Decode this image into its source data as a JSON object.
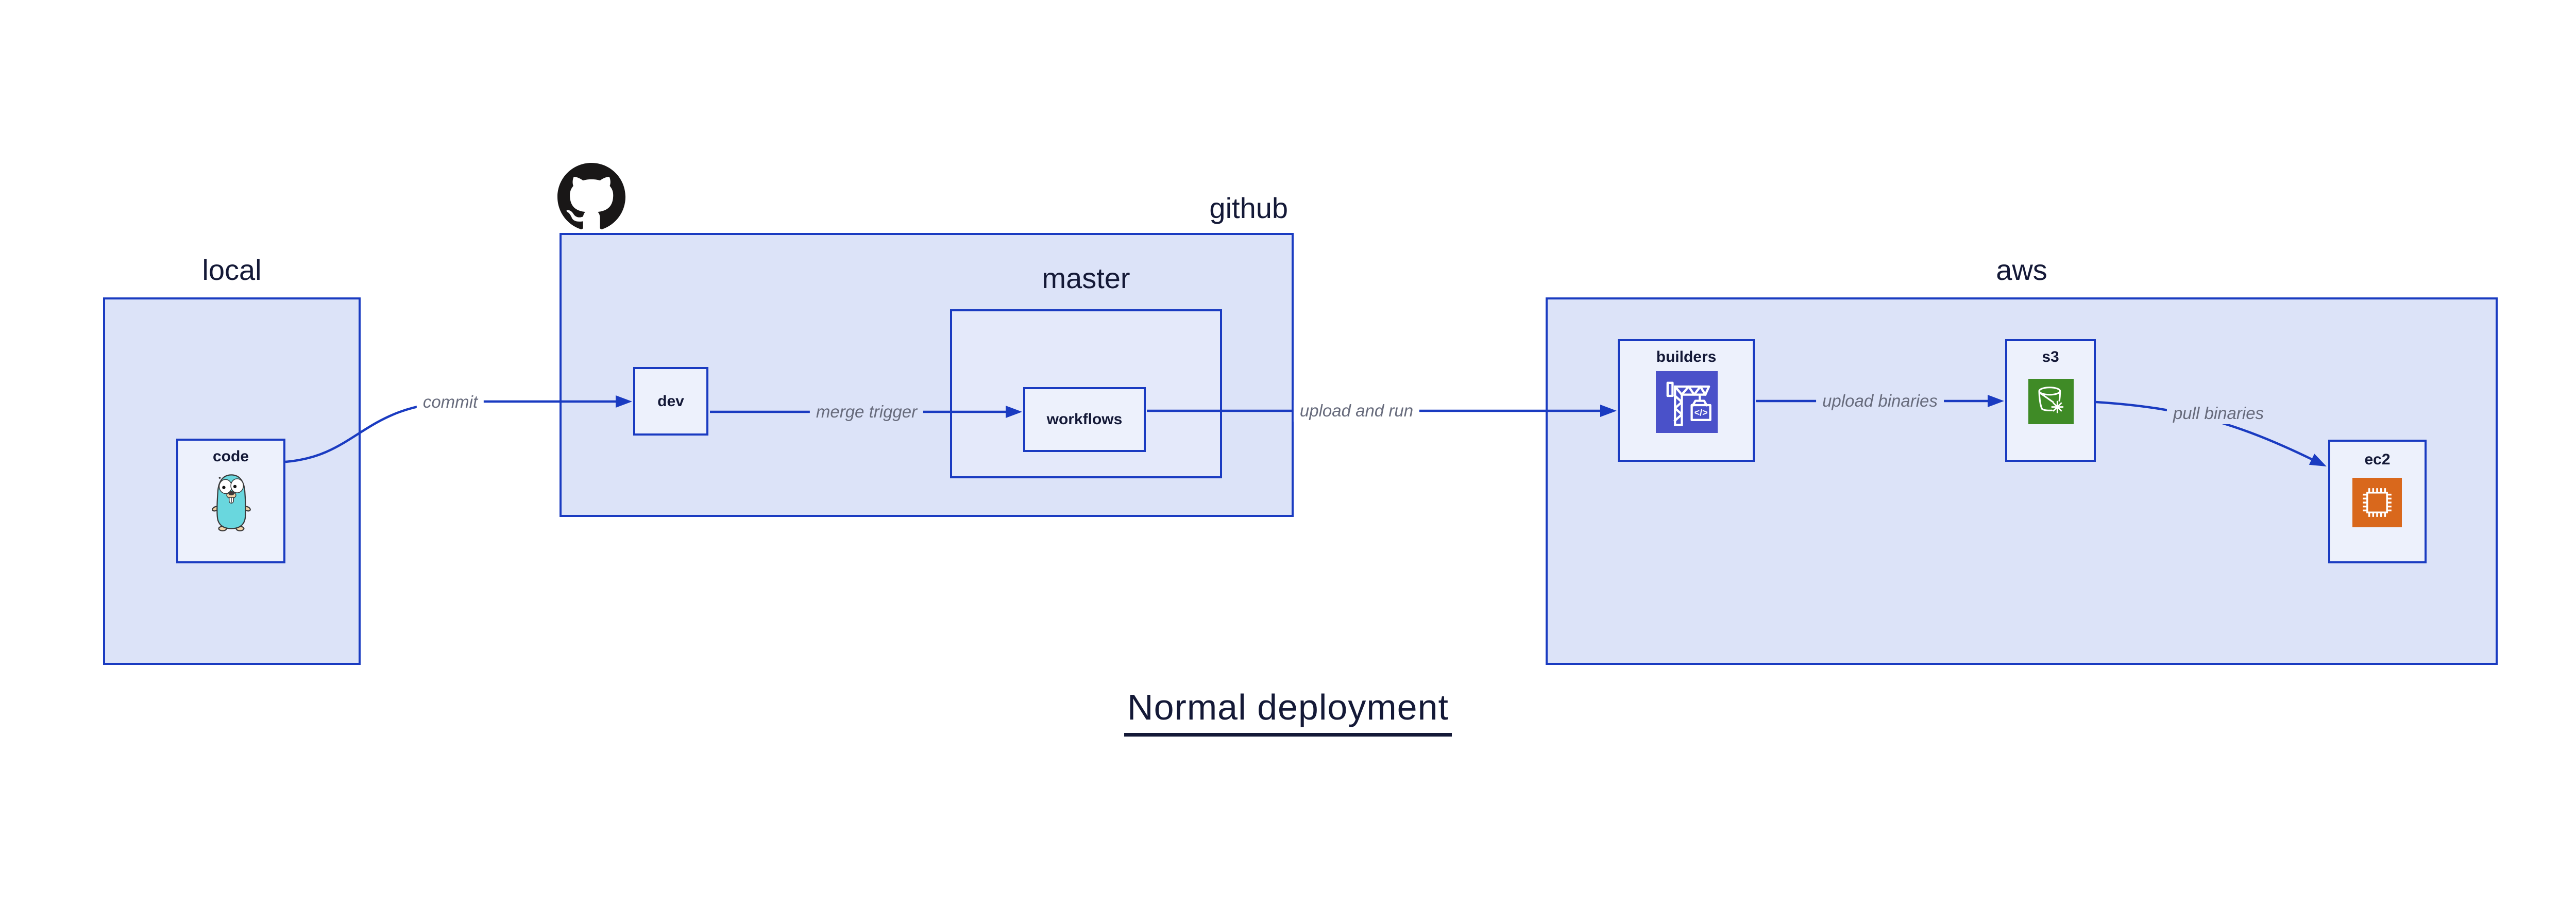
{
  "title": {
    "text": "Normal deployment"
  },
  "groups": {
    "local": {
      "label": "local"
    },
    "github": {
      "label": "github",
      "icon": "github-octocat-icon"
    },
    "master": {
      "label": "master"
    },
    "aws": {
      "label": "aws"
    }
  },
  "nodes": {
    "code": {
      "label": "code",
      "icon": "go-gopher-icon"
    },
    "dev": {
      "label": "dev"
    },
    "workflows": {
      "label": "workflows"
    },
    "builders": {
      "label": "builders",
      "icon": "codebuild-crane-icon",
      "icon_bg": "#4a51c9"
    },
    "s3": {
      "label": "s3",
      "icon": "s3-bucket-snowflake-icon",
      "icon_bg": "#3f8b26"
    },
    "ec2": {
      "label": "ec2",
      "icon": "ec2-chip-icon",
      "icon_bg": "#d9681c"
    }
  },
  "edges": {
    "commit": {
      "label": "commit",
      "from": "code",
      "to": "dev"
    },
    "merge_trigger": {
      "label": "merge trigger",
      "from": "dev",
      "to": "workflows"
    },
    "upload_and_run": {
      "label": "upload and run",
      "from": "workflows",
      "to": "builders"
    },
    "upload_binaries": {
      "label": "upload binaries",
      "from": "builders",
      "to": "s3"
    },
    "pull_binaries": {
      "label": "pull binaries",
      "from": "s3",
      "to": "ec2"
    }
  },
  "colors": {
    "stroke_blue": "#1a3bc1",
    "group_fill": "#dce3f8",
    "master_fill": "#e4e9fa",
    "node_fill": "#edf1fc",
    "heading_text": "#141937",
    "edge_label_text": "#676b7c",
    "codebuild_indigo": "#4a51c9",
    "s3_green": "#3f8b26",
    "ec2_orange": "#d9681c",
    "gopher_teal": "#69d7de",
    "octocat_black": "#191717"
  }
}
